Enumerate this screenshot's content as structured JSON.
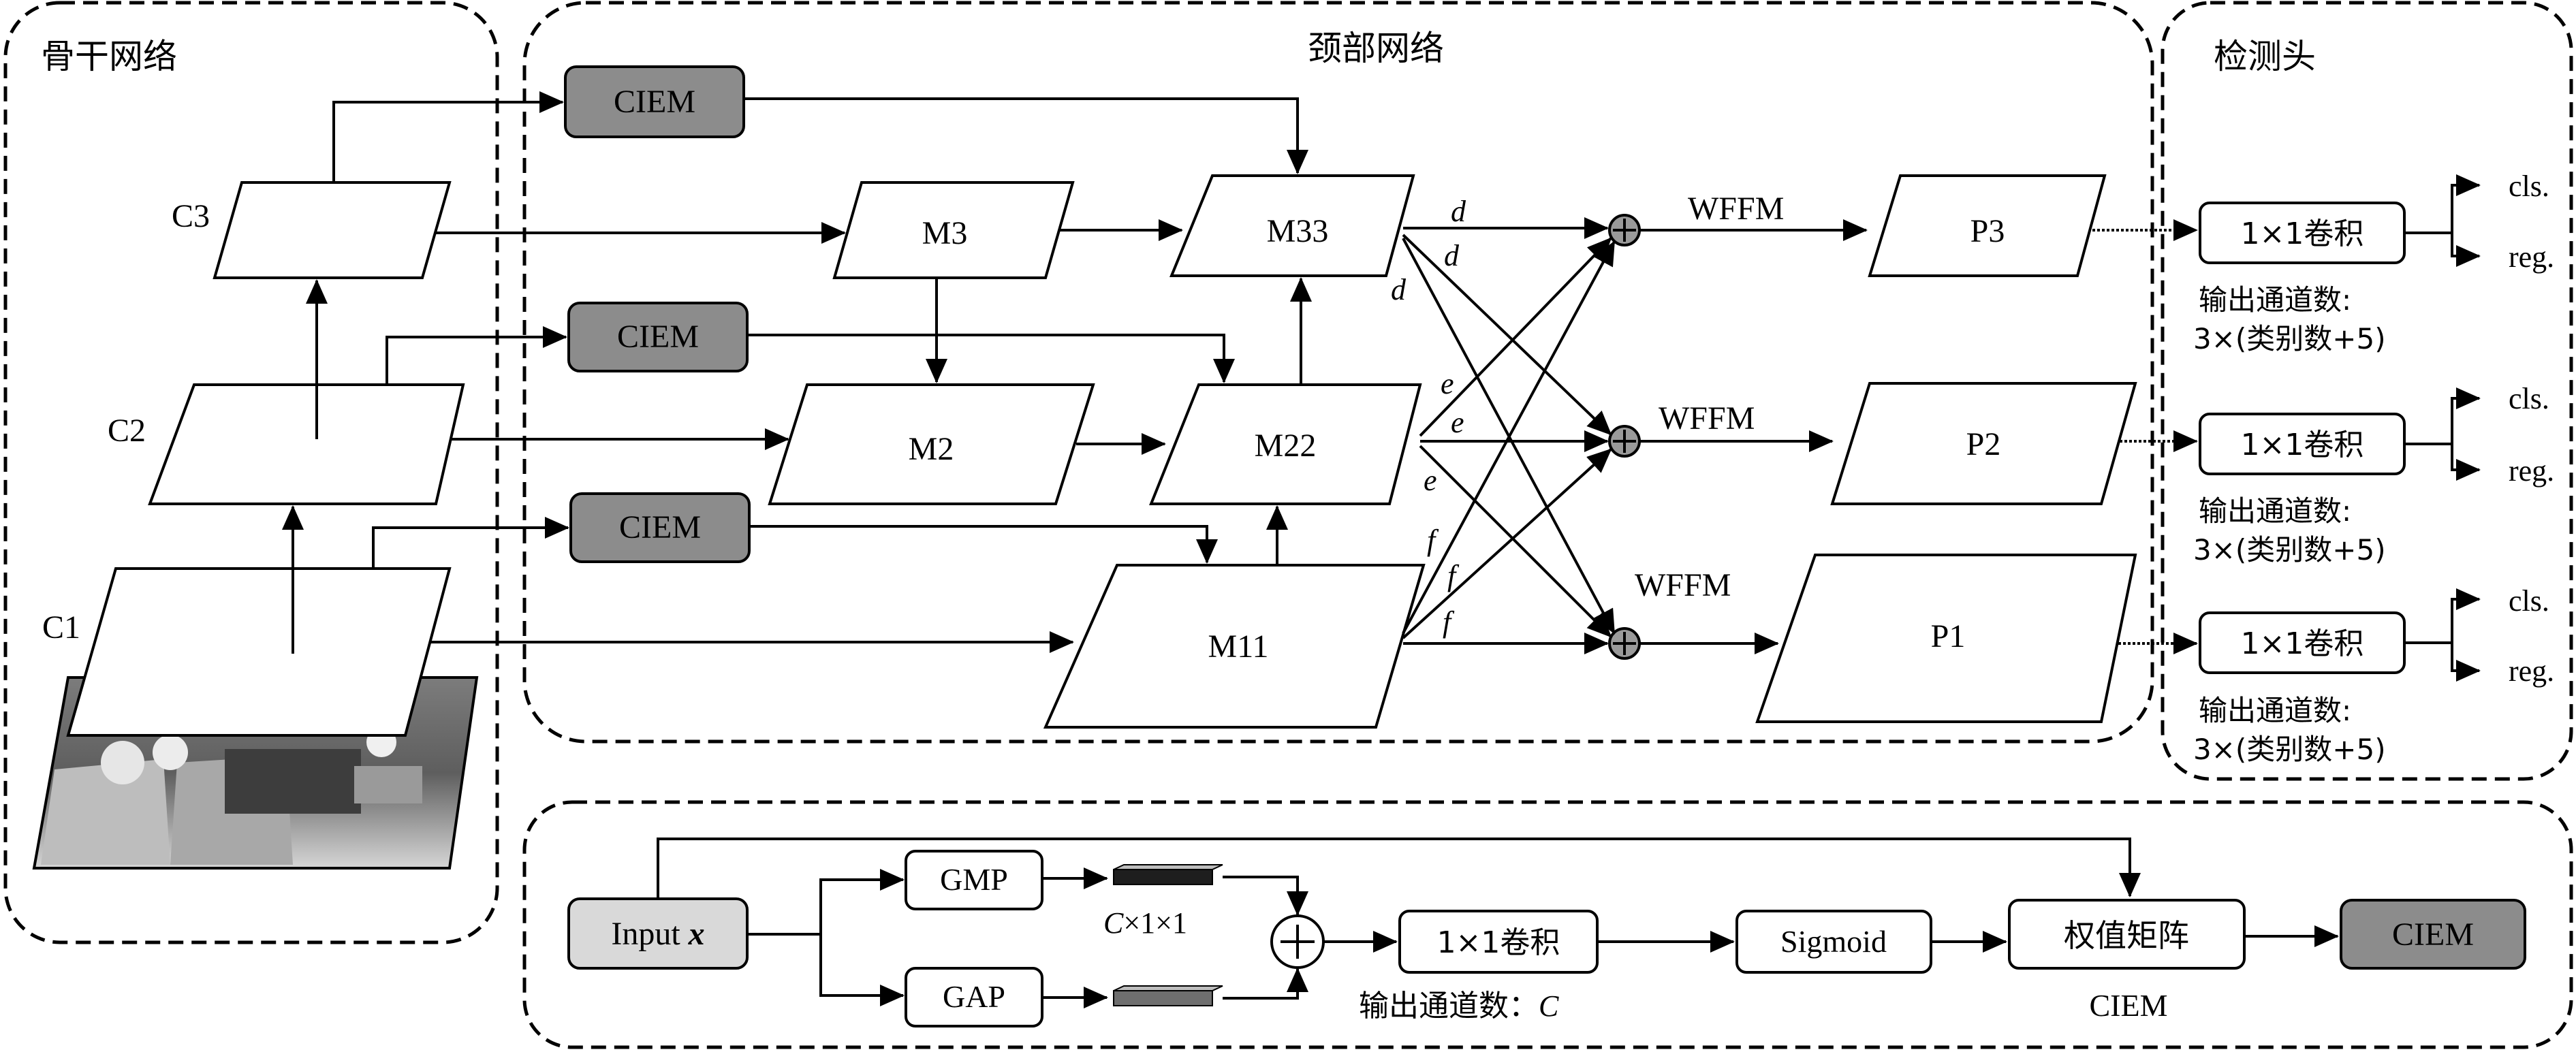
{
  "regions": {
    "backbone": "骨干网络",
    "neck": "颈部网络",
    "head": "检测头"
  },
  "backbone": {
    "c3": "C3",
    "c2": "C2",
    "c1": "C1"
  },
  "neck": {
    "ciem_top": "CIEM",
    "ciem_mid": "CIEM",
    "ciem_bot": "CIEM",
    "m3": "M3",
    "m2": "M2",
    "m33": "M33",
    "m22": "M22",
    "m11": "M11",
    "edge_d": [
      "d",
      "d",
      "d"
    ],
    "edge_e": [
      "e",
      "e",
      "e"
    ],
    "edge_f": [
      "f",
      "f",
      "f"
    ],
    "wffm_1": "WFFM",
    "wffm_2": "WFFM",
    "wffm_3": "WFFM",
    "p3": "P3",
    "p2": "P2",
    "p1": "P1"
  },
  "head": {
    "conv_1": "1×1卷积",
    "conv_2": "1×1卷积",
    "conv_3": "1×1卷积",
    "cls": [
      "cls.",
      "cls.",
      "cls."
    ],
    "reg": [
      "reg.",
      "reg.",
      "reg."
    ],
    "out_label": [
      "输出通道数:",
      "输出通道数:",
      "输出通道数:"
    ],
    "out_value": [
      "3×(类别数+5)",
      "3×(类别数+5)",
      "3×(类别数+5)"
    ]
  },
  "ciem_module": {
    "input_label": "Input",
    "input_var": "x",
    "gmp": "GMP",
    "gap": "GAP",
    "dims_var": "C",
    "dims_rest": "×1×1",
    "conv": "1×1卷积",
    "conv_caption": "输出通道数：",
    "conv_caption_var": "C",
    "sigmoid": "Sigmoid",
    "weight_matrix": "权值矩阵",
    "weight_caption": "CIEM",
    "output": "CIEM"
  }
}
